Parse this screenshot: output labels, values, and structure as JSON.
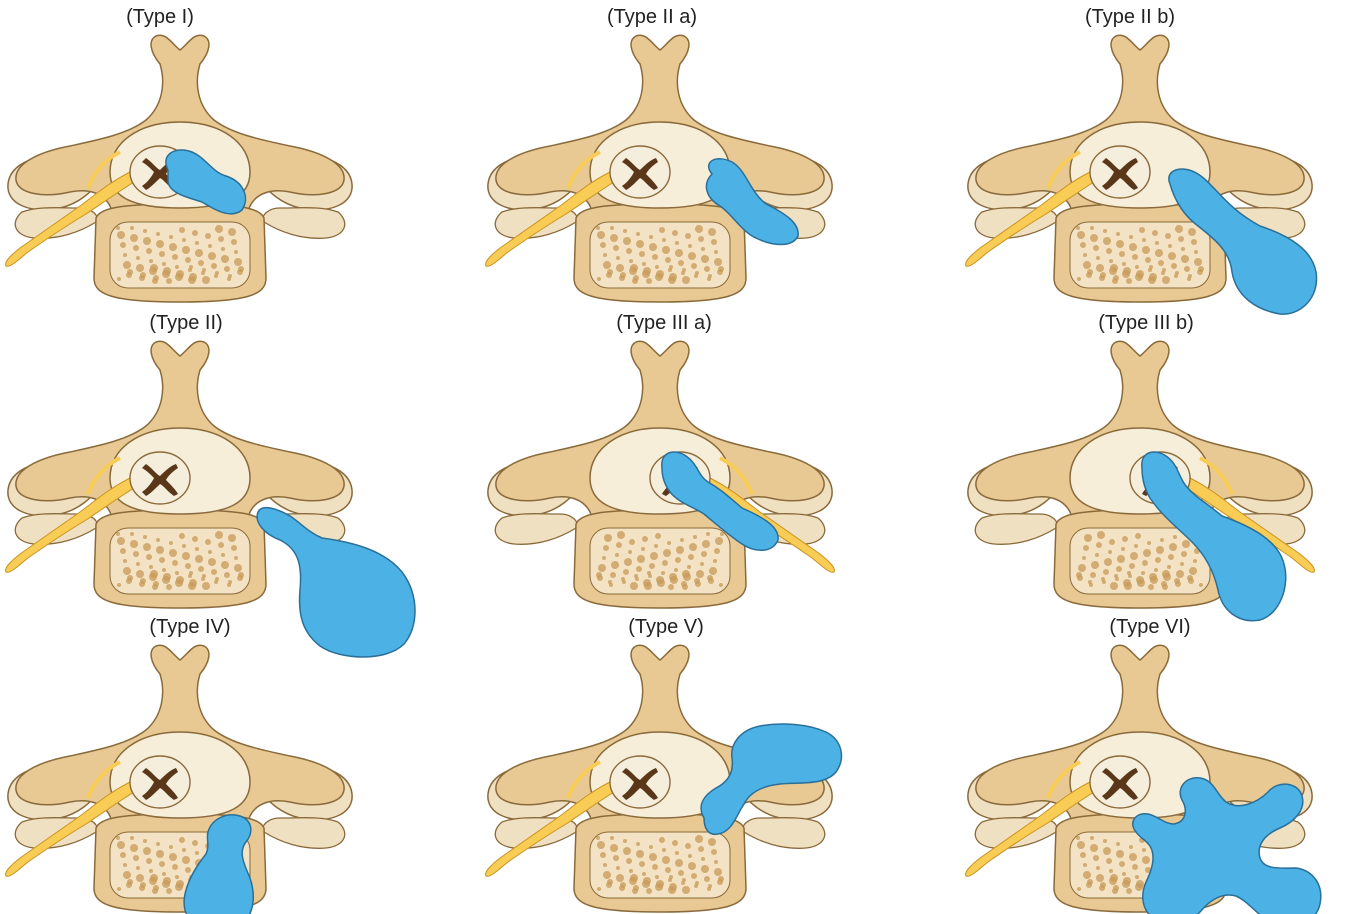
{
  "colors": {
    "bone": "#E8C893",
    "bone_outline": "#8A6A3A",
    "process_light": "#EFE0C2",
    "canal": "#F7EEDA",
    "cord": "#F6EEDD",
    "gray_matter": "#5A3719",
    "nerve": "#F9CC55",
    "nerve_outline": "#C99320",
    "body_texture": "#C79A58",
    "cyst": "#4CB2E5",
    "cyst_outline": "#2A6F98"
  },
  "panels": [
    {
      "caption": "(Type I)",
      "cyst": "intracanal",
      "flip": false
    },
    {
      "caption": "(Type II a)",
      "cyst": "foraminal-small",
      "flip": false
    },
    {
      "caption": "(Type II b)",
      "cyst": "foraminal-large",
      "flip": false
    },
    {
      "caption": "(Type II)",
      "cyst": "extraforaminal",
      "flip": false
    },
    {
      "caption": "(Type III a)",
      "cyst": "intra-foraminal",
      "flip": true
    },
    {
      "caption": "(Type III b)",
      "cyst": "intra-extraforaminal",
      "flip": true
    },
    {
      "caption": "(Type IV)",
      "cyst": "vertebral-body",
      "flip": false
    },
    {
      "caption": "(Type V)",
      "cyst": "posterior",
      "flip": false
    },
    {
      "caption": "(Type VI)",
      "cyst": "complex",
      "flip": false
    }
  ]
}
